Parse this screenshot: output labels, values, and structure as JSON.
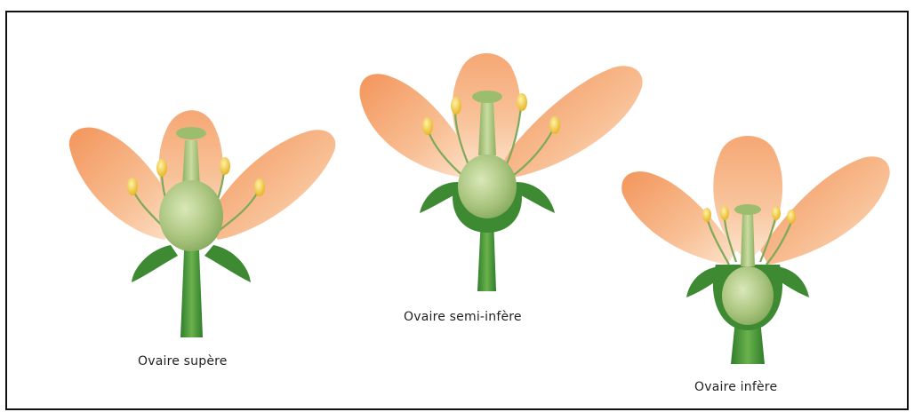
{
  "figure": {
    "captions": {
      "superior": "Ovaire supère",
      "semi_inferior": "Ovaire semi-infère",
      "inferior": "Ovaire infère"
    },
    "colors": {
      "petal_outer": "#f29a62",
      "petal_light": "#fbd9bd",
      "ovary_green": "#a9c47e",
      "stem_green": "#4f9a3a",
      "anther_yellow": "#f3c93a"
    }
  }
}
